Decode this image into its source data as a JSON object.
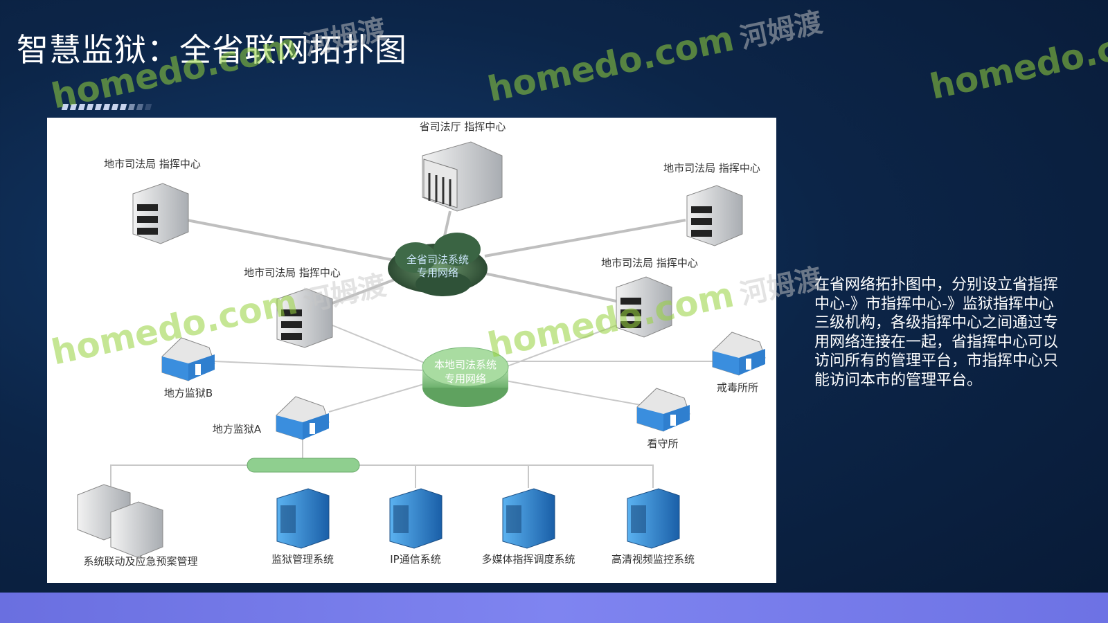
{
  "title": "智慧监狱：全省联网拓扑图",
  "description": "在省网络拓扑图中，分别设立省指挥中心-》市指挥中心-》监狱指挥中心三级机构，各级指挥中心之间通过专用网络连接在一起，省指挥中心可以访问所有的管理平台，市指挥中心只能访问本市的管理平台。",
  "watermark": {
    "brand": "homedo.com",
    "cn": "河姆渡"
  },
  "diagram": {
    "province_center": "省司法厅 指挥中心",
    "city_tl": "地市司法局 指挥中心",
    "city_tr": "地市司法局  指挥中心",
    "city_ml": "地市司法局  指挥中心",
    "city_mr": "地市司法局  指挥中心",
    "province_net_line1": "全省司法系统",
    "province_net_line2": "专用网络",
    "local_net_line1": "本地司法系统",
    "local_net_line2": "专用网络",
    "prison_b": "地方监狱B",
    "prison_a": "地方监狱A",
    "rehab": "戒毒所所",
    "detention": "看守所",
    "sys_linkage": "系统联动及应急预案管理",
    "sys_prison": "监狱管理系统",
    "sys_ip": "IP通信系统",
    "sys_multimedia": "多媒体指挥调度系统",
    "sys_video": "高清视频监控系统"
  },
  "colors": {
    "building": "#cfd2d6",
    "house_blue": "#2f7fcf",
    "server_blue": "#2a86d6",
    "net_green": "#8fcf8f",
    "cloud": "#2f5a3a"
  }
}
